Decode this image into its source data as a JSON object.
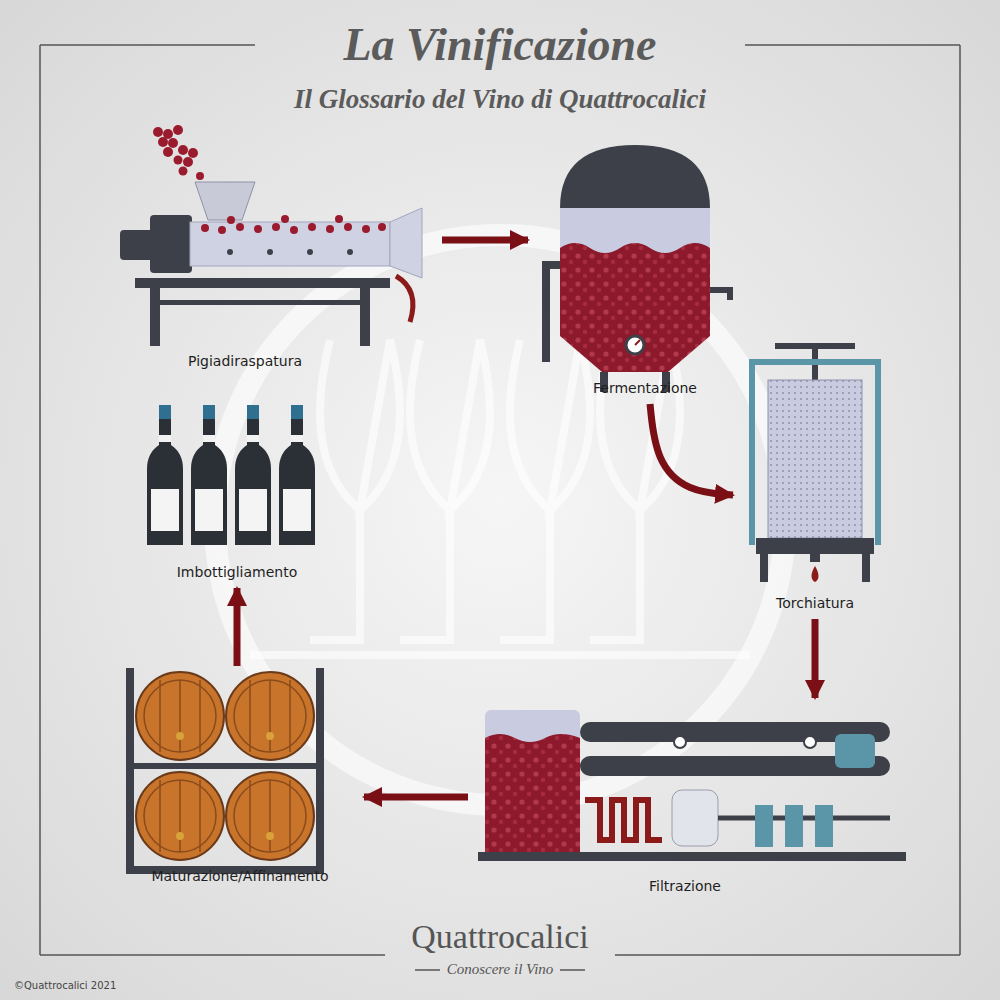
{
  "diagram": {
    "title": "La Vinificazione",
    "nodes": [
      {
        "text": [
          "Pigiadiraspatura"
        ]
      },
      {
        "text": [
          "Fermentazione"
        ]
      },
      {
        "text": [
          "Torchiatura"
        ]
      },
      {
        "text": [
          "Filtrazione"
        ]
      },
      {
        "text": [
          "Maturazione/Affinamento"
        ]
      },
      {
        "text": [
          "Imbottigliamento"
        ]
      }
    ],
    "edges": [
      {
        "from": 0,
        "to": 1,
        "arrow": "to"
      },
      {
        "from": 1,
        "to": 2,
        "arrow": "to"
      },
      {
        "from": 2,
        "to": 3,
        "arrow": "to"
      },
      {
        "from": 3,
        "to": 4,
        "arrow": "to"
      },
      {
        "from": 4,
        "to": 5,
        "arrow": "to"
      }
    ],
    "labels": [
      "Il Glossario del Vino di Quattrocalici",
      "Quattrocalici",
      "Conoscere il Vino",
      "©Quattrocalici 2021"
    ]
  }
}
